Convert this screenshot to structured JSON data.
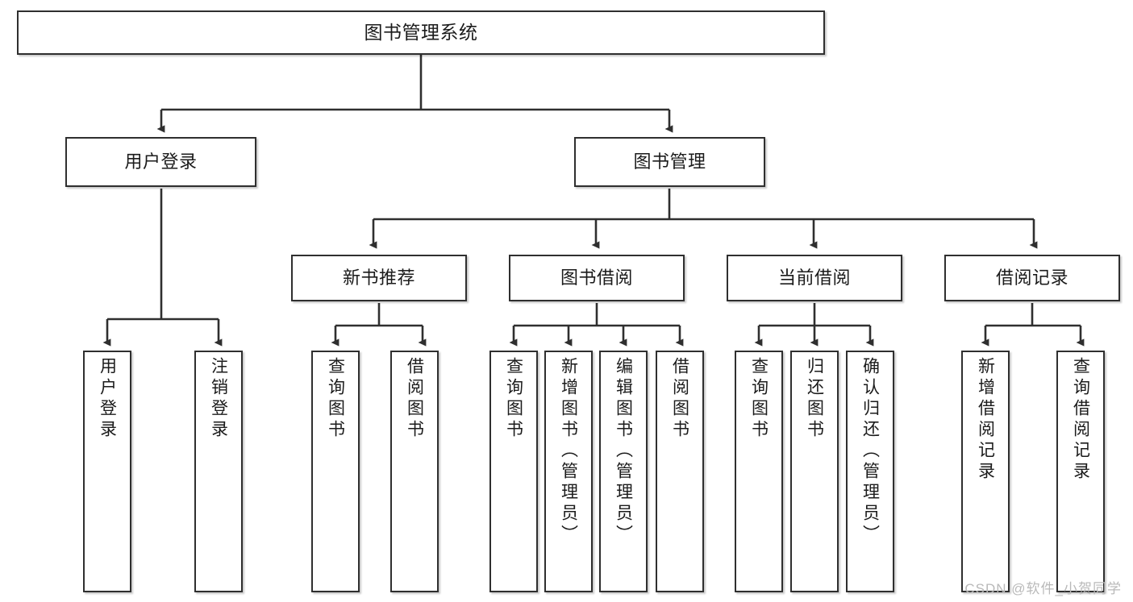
{
  "diagram": {
    "title": "图书管理系统",
    "type": "tree-hierarchy",
    "orientation": "top-down",
    "watermark": "CSDN @软件_小贺同学",
    "colors": {
      "box_border": "#2f2f2f",
      "box_fill": "#ffffff",
      "edge": "#2f2f2f",
      "text": "#1b1b1b",
      "watermark": "#b9b9b9",
      "background": "#ffffff"
    }
  },
  "nodes": {
    "root": {
      "label": "图书管理系统"
    },
    "level2": [
      {
        "label": "用户登录"
      },
      {
        "label": "图书管理"
      }
    ],
    "level3": [
      {
        "label": "新书推荐"
      },
      {
        "label": "图书借阅"
      },
      {
        "label": "当前借阅"
      },
      {
        "label": "借阅记录"
      }
    ],
    "leaves_user_login": [
      {
        "label": "用户登录"
      },
      {
        "label": "注销登录"
      }
    ],
    "leaves_new_book": [
      {
        "label": "查询图书"
      },
      {
        "label": "借阅图书"
      }
    ],
    "leaves_borrow": [
      {
        "label": "查询图书"
      },
      {
        "label": "新增图书（管理员）"
      },
      {
        "label": "编辑图书（管理员）"
      },
      {
        "label": "借阅图书"
      }
    ],
    "leaves_current": [
      {
        "label": "查询图书"
      },
      {
        "label": "归还图书"
      },
      {
        "label": "确认归还（管理员）"
      }
    ],
    "leaves_records": [
      {
        "label": "新增借阅记录"
      },
      {
        "label": "查询借阅记录"
      }
    ]
  }
}
